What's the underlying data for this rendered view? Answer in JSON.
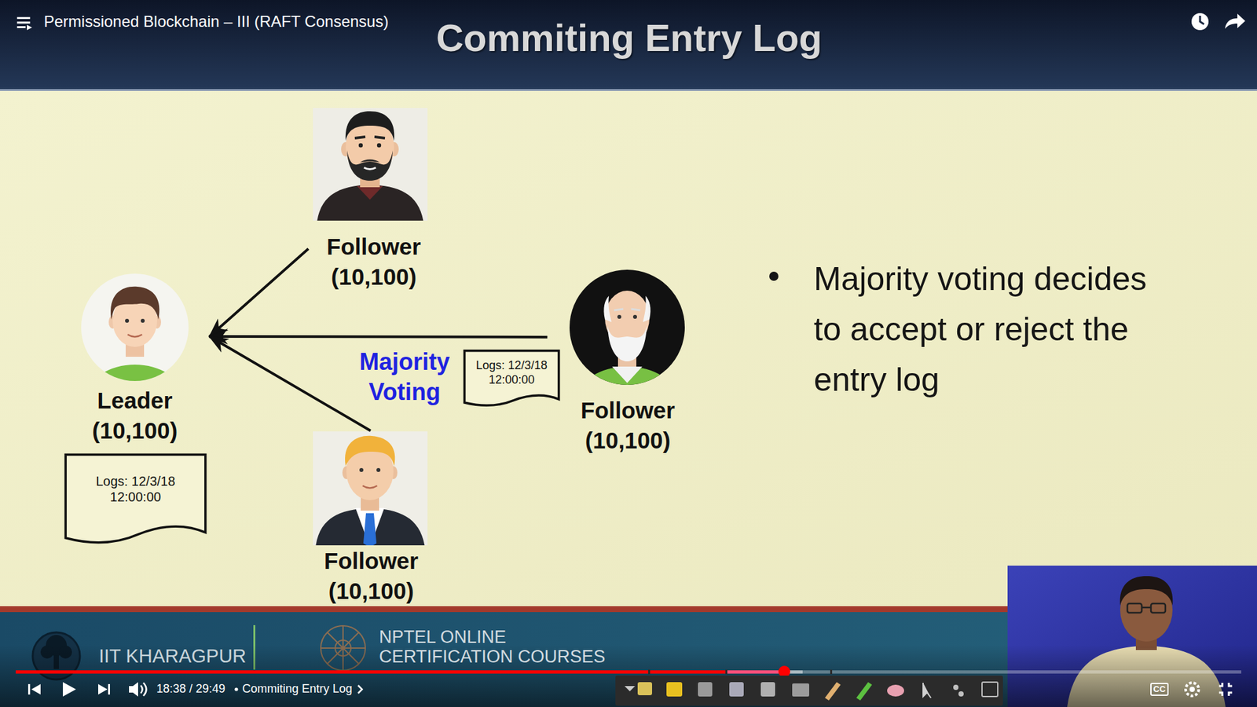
{
  "diagram": {
    "title": "Commiting Entry Log",
    "nodes": [
      {
        "text": [
          "Follower (10,100)"
        ]
      },
      {
        "text": [
          "Leader (10,100)"
        ]
      },
      {
        "text": [
          "Follower (10,100)"
        ]
      },
      {
        "text": [
          "Logs: 12/3/18 12:00:00"
        ]
      },
      {
        "text": [
          "Logs: 12/3/18 12:00:00"
        ]
      },
      {
        "text": [
          "Follower (10,100)"
        ]
      }
    ],
    "edges": [
      {
        "from": 0,
        "to": 1,
        "arrow": "to"
      },
      {
        "from": 2,
        "to": 1,
        "arrow": "to"
      },
      {
        "from": 5,
        "to": 1,
        "arrow": "to"
      }
    ],
    "labels": [
      "Permissioned Blockchain – III (RAFT Consensus)",
      "Majority Voting",
      "Majority voting decides to accept or reject the entry log",
      "IIT KHARAGPUR",
      "NPTEL ONLINE CERTIFICATION COURSES",
      "18:38 / 29:49",
      "Commiting Entry Log",
      "CC"
    ]
  }
}
